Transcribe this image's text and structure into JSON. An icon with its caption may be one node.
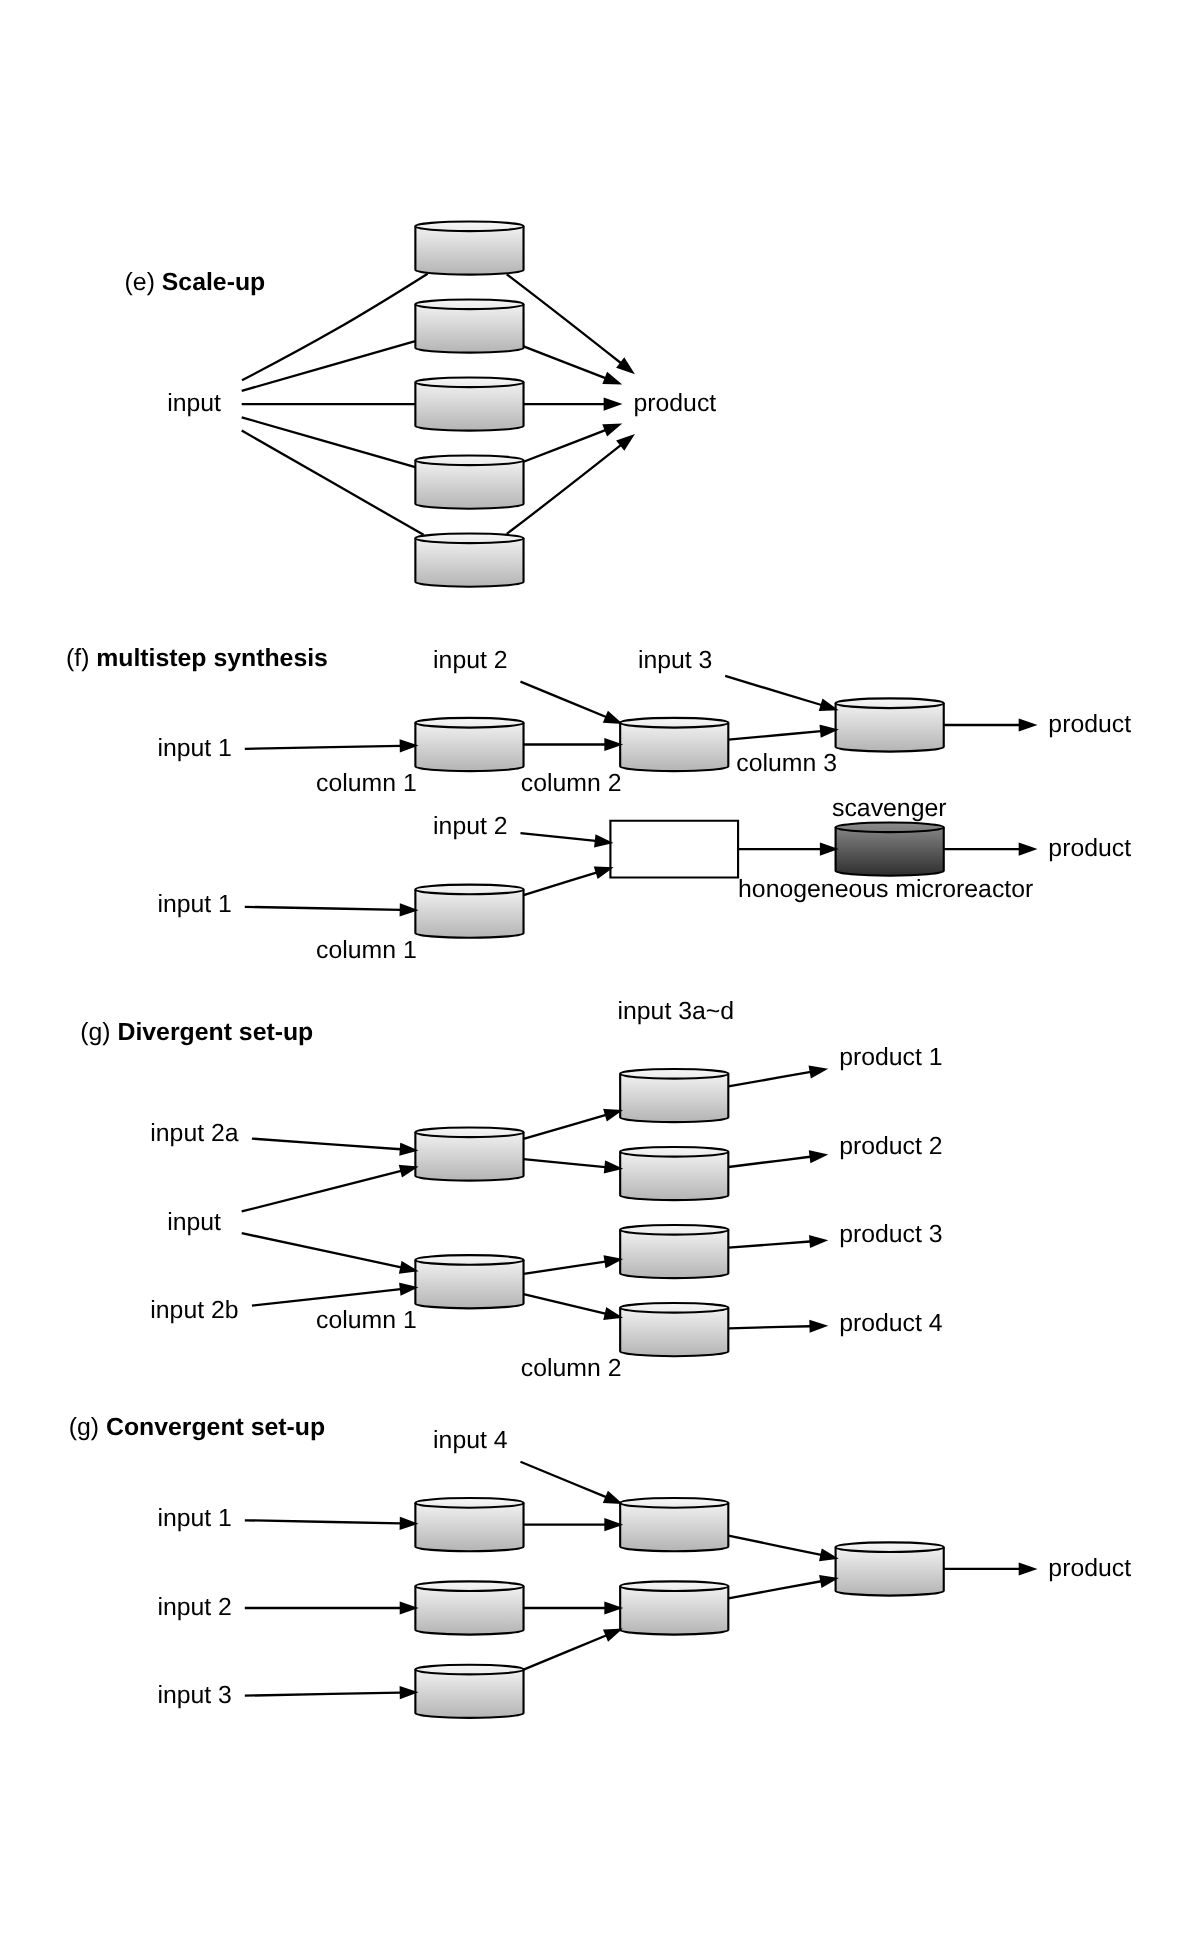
{
  "diagram": {
    "nodes": [
      {
        "text": [
          "input"
        ]
      },
      {
        "text": [],
        "shape": "cylinder"
      },
      {
        "text": [],
        "shape": "cylinder"
      },
      {
        "text": [],
        "shape": "cylinder"
      },
      {
        "text": [],
        "shape": "cylinder"
      },
      {
        "text": [],
        "shape": "cylinder"
      },
      {
        "text": [
          "product"
        ]
      },
      {
        "text": [
          "input 1"
        ]
      },
      {
        "text": [],
        "shape": "cylinder",
        "beside": [
          "column 1"
        ]
      },
      {
        "text": [
          "input 2"
        ]
      },
      {
        "text": [],
        "shape": "cylinder",
        "beside": [
          "column 2"
        ]
      },
      {
        "text": [
          "input 3"
        ]
      },
      {
        "text": [],
        "shape": "cylinder",
        "beside": [
          "column 3"
        ]
      },
      {
        "text": [
          "product"
        ]
      },
      {
        "text": [
          "input 1"
        ]
      },
      {
        "text": [],
        "shape": "cylinder",
        "beside": [
          "column 1"
        ]
      },
      {
        "text": [
          "input 2"
        ]
      },
      {
        "text": [],
        "shape": "box",
        "beside": [
          "honogeneous microreactor"
        ]
      },
      {
        "text": [],
        "shape": "cylinder",
        "beside": [
          "scavenger"
        ]
      },
      {
        "text": [
          "product"
        ]
      },
      {
        "text": [
          "input 2a"
        ]
      },
      {
        "text": [
          "input"
        ]
      },
      {
        "text": [],
        "shape": "cylinder"
      },
      {
        "text": [],
        "shape": "cylinder",
        "beside": [
          "column 1"
        ]
      },
      {
        "text": [
          "input 2b"
        ]
      },
      {
        "text": [],
        "shape": "cylinder"
      },
      {
        "text": [],
        "shape": "cylinder"
      },
      {
        "text": [],
        "shape": "cylinder"
      },
      {
        "text": [],
        "shape": "cylinder",
        "beside": [
          "column 2"
        ]
      },
      {
        "text": [
          "product 1"
        ]
      },
      {
        "text": [
          "product 2"
        ]
      },
      {
        "text": [
          "product 3"
        ]
      },
      {
        "text": [
          "product 4"
        ]
      },
      {
        "text": [
          "input 1"
        ]
      },
      {
        "text": [],
        "shape": "cylinder"
      },
      {
        "text": [
          "input 4"
        ]
      },
      {
        "text": [],
        "shape": "cylinder"
      },
      {
        "text": [],
        "shape": "cylinder"
      },
      {
        "text": [
          "product"
        ]
      },
      {
        "text": [
          "input 2"
        ]
      },
      {
        "text": [],
        "shape": "cylinder"
      },
      {
        "text": [
          "input 3"
        ]
      },
      {
        "text": [],
        "shape": "cylinder"
      },
      {
        "text": [],
        "shape": "cylinder"
      }
    ],
    "edges": [
      {
        "from": 0,
        "to": 1,
        "arrow": "none"
      },
      {
        "from": 0,
        "to": 2,
        "arrow": "none"
      },
      {
        "from": 0,
        "to": 3,
        "arrow": "none"
      },
      {
        "from": 0,
        "to": 4,
        "arrow": "none"
      },
      {
        "from": 0,
        "to": 5,
        "arrow": "none"
      },
      {
        "from": 1,
        "to": 6,
        "arrow": "to"
      },
      {
        "from": 2,
        "to": 6,
        "arrow": "to"
      },
      {
        "from": 3,
        "to": 6,
        "arrow": "to"
      },
      {
        "from": 4,
        "to": 6,
        "arrow": "to"
      },
      {
        "from": 5,
        "to": 6,
        "arrow": "to"
      },
      {
        "from": 7,
        "to": 8,
        "arrow": "to"
      },
      {
        "from": 8,
        "to": 10,
        "arrow": "to"
      },
      {
        "from": 9,
        "to": 10,
        "arrow": "to"
      },
      {
        "from": 10,
        "to": 12,
        "arrow": "to"
      },
      {
        "from": 11,
        "to": 12,
        "arrow": "to"
      },
      {
        "from": 12,
        "to": 13,
        "arrow": "to"
      },
      {
        "from": 14,
        "to": 15,
        "arrow": "to"
      },
      {
        "from": 15,
        "to": 17,
        "arrow": "to"
      },
      {
        "from": 16,
        "to": 17,
        "arrow": "to"
      },
      {
        "from": 17,
        "to": 18,
        "arrow": "to"
      },
      {
        "from": 18,
        "to": 19,
        "arrow": "to"
      },
      {
        "from": 21,
        "to": 22,
        "arrow": "to"
      },
      {
        "from": 21,
        "to": 23,
        "arrow": "to"
      },
      {
        "from": 20,
        "to": 22,
        "arrow": "to"
      },
      {
        "from": 24,
        "to": 23,
        "arrow": "to"
      },
      {
        "from": 22,
        "to": 26,
        "arrow": "to"
      },
      {
        "from": 22,
        "to": 25,
        "arrow": "to"
      },
      {
        "from": 23,
        "to": 28,
        "arrow": "to"
      },
      {
        "from": 23,
        "to": 27,
        "arrow": "to"
      },
      {
        "from": 25,
        "to": 29,
        "arrow": "to"
      },
      {
        "from": 26,
        "to": 30,
        "arrow": "to"
      },
      {
        "from": 27,
        "to": 31,
        "arrow": "to"
      },
      {
        "from": 28,
        "to": 32,
        "arrow": "to"
      },
      {
        "from": 33,
        "to": 34,
        "arrow": "to"
      },
      {
        "from": 34,
        "to": 36,
        "arrow": "to"
      },
      {
        "from": 35,
        "to": 36,
        "arrow": "to"
      },
      {
        "from": 36,
        "to": 37,
        "arrow": "to"
      },
      {
        "from": 37,
        "to": 38,
        "arrow": "to"
      },
      {
        "from": 39,
        "to": 40,
        "arrow": "to"
      },
      {
        "from": 41,
        "to": 42,
        "arrow": "to"
      },
      {
        "from": 40,
        "to": 43,
        "arrow": "to"
      },
      {
        "from": 42,
        "to": 43,
        "arrow": "to"
      },
      {
        "from": 43,
        "to": 37,
        "arrow": "to"
      }
    ],
    "labels": [
      "(e) **Scale-up**",
      "(f) **multistep synthesis**",
      "(g) **Divergent set-up**",
      "input 3a~d",
      "(g) **Convergent set-up**"
    ]
  }
}
